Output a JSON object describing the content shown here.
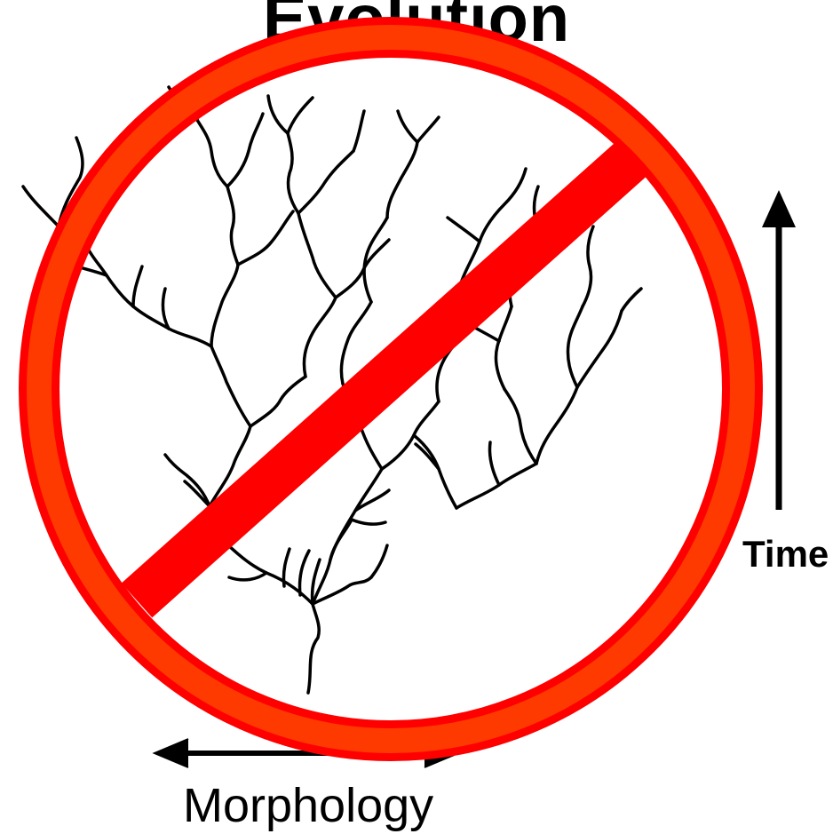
{
  "title": "Evolution",
  "axes": {
    "vertical_label": "Time",
    "horizontal_label": "Morphology"
  },
  "icons": {
    "prohibition": "prohibition-sign-icon",
    "tree": "branching-tree-icon",
    "time_arrow": "arrow-up-icon",
    "morphology_arrow": "double-headed-horizontal-arrow-icon"
  },
  "colors": {
    "ring_outer": "#ff0000",
    "ring_inner": "#ff3a00",
    "bar": "#ff0000",
    "lines": "#000000",
    "background": "#ffffff"
  }
}
